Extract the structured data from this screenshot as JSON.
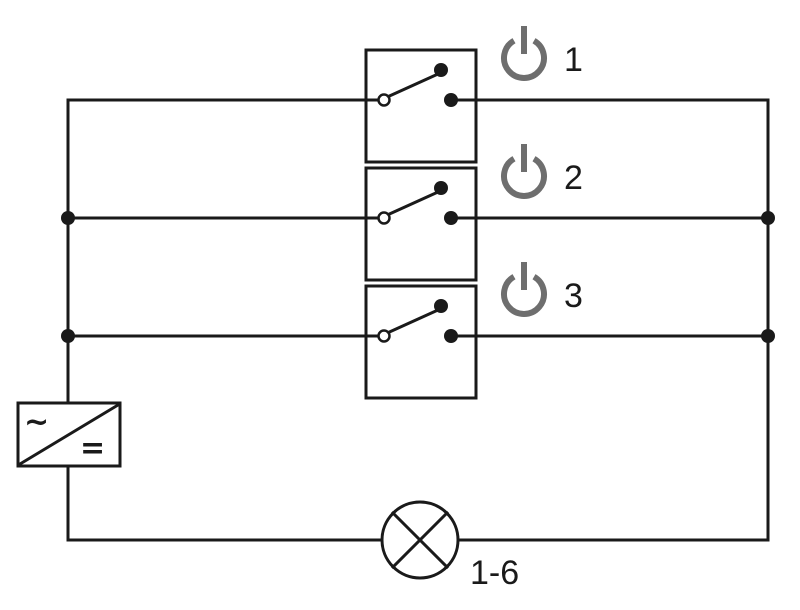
{
  "switches": [
    {
      "label": "1",
      "icon": "power-icon",
      "color": "#6e6e6e"
    },
    {
      "label": "2",
      "icon": "power-icon",
      "color": "#6e6e6e"
    },
    {
      "label": "3",
      "icon": "power-icon",
      "color": "#6e6e6e"
    }
  ],
  "converter": {
    "ac_symbol": "~",
    "dc_symbol": "="
  },
  "lamp": {
    "label": "1-6",
    "icon": "lamp-icon"
  }
}
